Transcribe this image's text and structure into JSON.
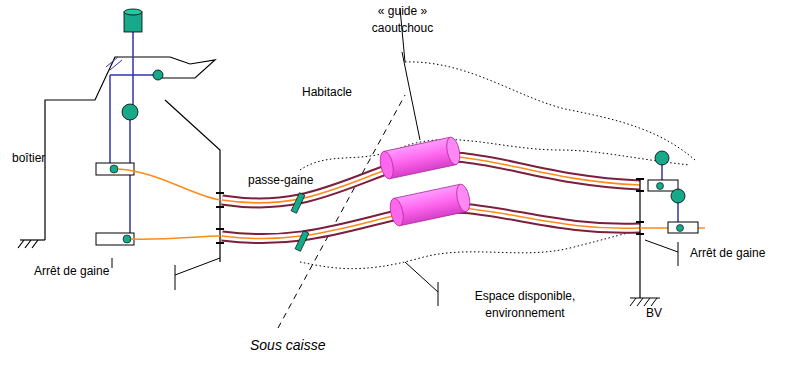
{
  "diagram": {
    "labels": [
      "« guide » caoutchouc",
      "Habitacle",
      "boîtier",
      "passe-gaine",
      "Arrêt de gaine",
      "Arrêt de gaine",
      "Espace disponible, environnement",
      "BV",
      "Sous caisse"
    ]
  }
}
